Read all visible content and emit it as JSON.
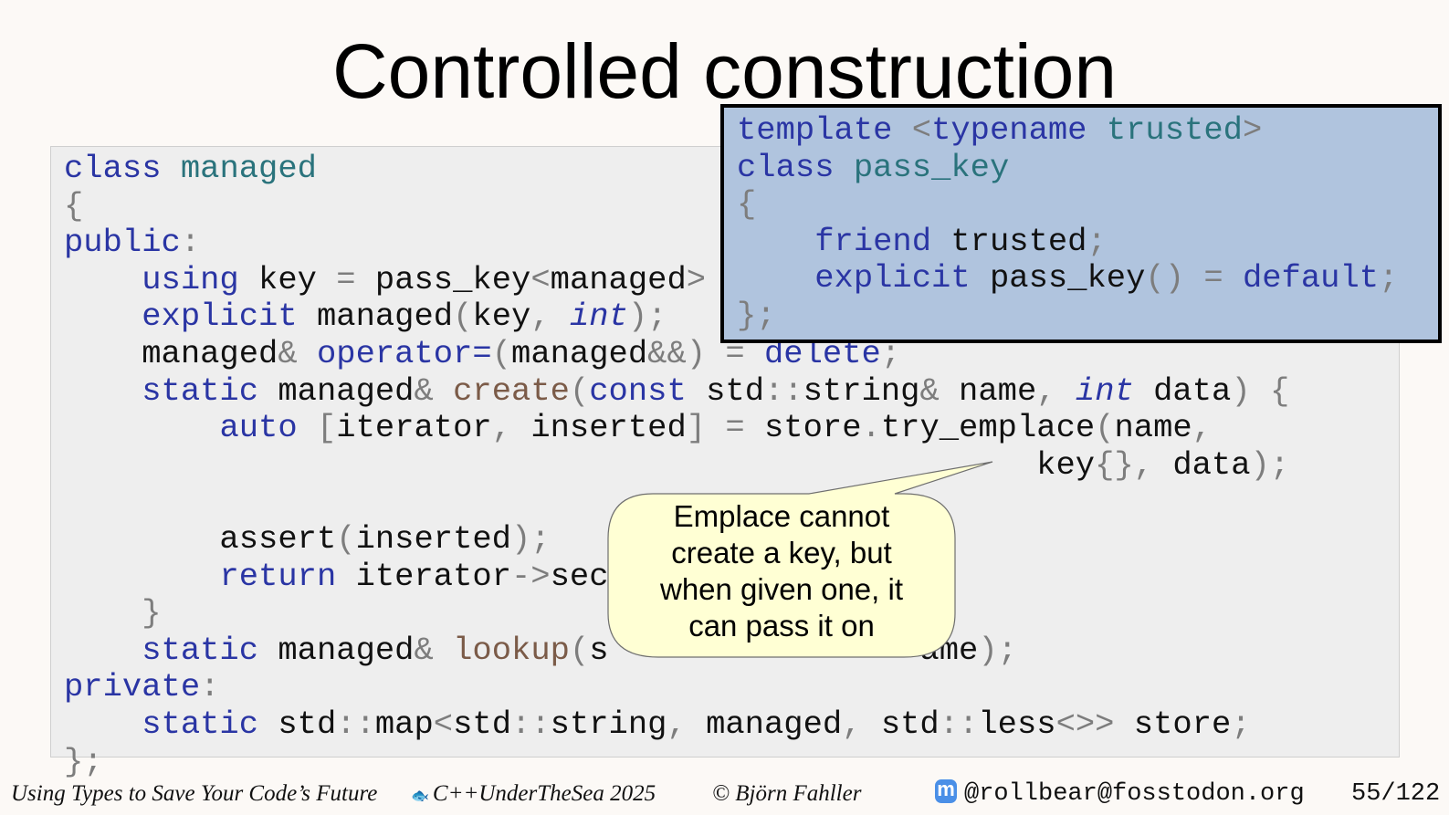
{
  "slide": {
    "title": "Controlled construction"
  },
  "code": {
    "main_lines": [
      [
        [
          "class",
          "kw"
        ],
        [
          " ",
          ""
        ],
        [
          "managed",
          "ty"
        ]
      ],
      [
        [
          "{",
          "p"
        ]
      ],
      [
        [
          "public",
          "kw"
        ],
        [
          ":",
          "p"
        ]
      ],
      [
        [
          "    ",
          ""
        ],
        [
          "using",
          "kw"
        ],
        [
          " key ",
          ""
        ],
        [
          "=",
          "p"
        ],
        [
          " pass_key",
          ""
        ],
        [
          "<",
          "p"
        ],
        [
          "managed",
          ""
        ],
        [
          ">",
          "p"
        ]
      ],
      [
        [
          "    ",
          ""
        ],
        [
          "explicit",
          "kw"
        ],
        [
          " managed",
          ""
        ],
        [
          "(",
          "p"
        ],
        [
          "key",
          ""
        ],
        [
          ", ",
          "p"
        ],
        [
          "int",
          "it"
        ],
        [
          ");",
          "p"
        ]
      ],
      [
        [
          "    managed",
          ""
        ],
        [
          "&",
          "p"
        ],
        [
          " ",
          ""
        ],
        [
          "operator=",
          "kw"
        ],
        [
          "(",
          "p"
        ],
        [
          "managed",
          ""
        ],
        [
          "&&",
          "p"
        ],
        [
          ") ",
          "p"
        ],
        [
          "=",
          "p"
        ],
        [
          " ",
          ""
        ],
        [
          "delete",
          "kw"
        ],
        [
          ";",
          "p"
        ]
      ],
      [
        [
          "    ",
          ""
        ],
        [
          "static",
          "kw"
        ],
        [
          " managed",
          ""
        ],
        [
          "&",
          "p"
        ],
        [
          " ",
          ""
        ],
        [
          "create",
          "fn"
        ],
        [
          "(",
          "p"
        ],
        [
          "const",
          "kw"
        ],
        [
          " std",
          ""
        ],
        [
          "::",
          "p"
        ],
        [
          "string",
          ""
        ],
        [
          "&",
          "p"
        ],
        [
          " name",
          ""
        ],
        [
          ", ",
          "p"
        ],
        [
          "int",
          "it"
        ],
        [
          " data",
          ""
        ],
        [
          ") {",
          "p"
        ]
      ],
      [
        [
          "        ",
          ""
        ],
        [
          "auto",
          "kw"
        ],
        [
          " ",
          ""
        ],
        [
          "[",
          "p"
        ],
        [
          "iterator",
          ""
        ],
        [
          ", ",
          "p"
        ],
        [
          "inserted",
          ""
        ],
        [
          "]",
          "p"
        ],
        [
          " ",
          ""
        ],
        [
          "=",
          "p"
        ],
        [
          " store",
          ""
        ],
        [
          ".",
          "p"
        ],
        [
          "try_emplace",
          ""
        ],
        [
          "(",
          "p"
        ],
        [
          "name",
          ""
        ],
        [
          ",",
          "p"
        ]
      ],
      [
        [
          "                                                  key",
          ""
        ],
        [
          "{}, ",
          "p"
        ],
        [
          "data",
          ""
        ],
        [
          ");",
          "p"
        ]
      ],
      [
        [
          "",
          ""
        ]
      ],
      [
        [
          "        assert",
          ""
        ],
        [
          "(",
          "p"
        ],
        [
          "inserted",
          ""
        ],
        [
          ");",
          "p"
        ]
      ],
      [
        [
          "        ",
          ""
        ],
        [
          "return",
          "kw"
        ],
        [
          " iterator",
          ""
        ],
        [
          "->",
          "p"
        ],
        [
          "sec",
          ""
        ]
      ],
      [
        [
          "    ",
          ""
        ],
        [
          "}",
          "p"
        ]
      ],
      [
        [
          "    ",
          ""
        ],
        [
          "static",
          "kw"
        ],
        [
          " managed",
          ""
        ],
        [
          "&",
          "p"
        ],
        [
          " ",
          ""
        ],
        [
          "lookup",
          "fn"
        ],
        [
          "(",
          "p"
        ],
        [
          "s",
          ""
        ],
        [
          "                ",
          ""
        ],
        [
          "ame",
          ""
        ],
        [
          ");",
          "p"
        ]
      ],
      [
        [
          "private",
          "kw"
        ],
        [
          ":",
          "p"
        ]
      ],
      [
        [
          "    ",
          ""
        ],
        [
          "static",
          "kw"
        ],
        [
          " std",
          ""
        ],
        [
          "::",
          "p"
        ],
        [
          "map",
          ""
        ],
        [
          "<",
          "p"
        ],
        [
          "std",
          ""
        ],
        [
          "::",
          "p"
        ],
        [
          "string",
          ""
        ],
        [
          ", ",
          "p"
        ],
        [
          "managed",
          ""
        ],
        [
          ", ",
          "p"
        ],
        [
          "std",
          ""
        ],
        [
          "::",
          "p"
        ],
        [
          "less",
          ""
        ],
        [
          "<>>",
          "p"
        ],
        [
          " store",
          ""
        ],
        [
          ";",
          "p"
        ]
      ],
      [
        [
          "};",
          "p"
        ]
      ]
    ],
    "popup_lines": [
      [
        [
          "template",
          "kw"
        ],
        [
          " ",
          ""
        ],
        [
          "<",
          "p"
        ],
        [
          "typename",
          "kw"
        ],
        [
          " ",
          ""
        ],
        [
          "trusted",
          "ty"
        ],
        [
          ">",
          "p"
        ]
      ],
      [
        [
          "class",
          "kw"
        ],
        [
          " ",
          ""
        ],
        [
          "pass_key",
          "ty"
        ]
      ],
      [
        [
          "{",
          "p"
        ]
      ],
      [
        [
          "    ",
          ""
        ],
        [
          "friend",
          "kw"
        ],
        [
          " trusted",
          ""
        ],
        [
          ";",
          "p"
        ]
      ],
      [
        [
          "    ",
          ""
        ],
        [
          "explicit",
          "kw"
        ],
        [
          " pass_key",
          ""
        ],
        [
          "()",
          "p"
        ],
        [
          " ",
          ""
        ],
        [
          "=",
          "p"
        ],
        [
          " ",
          ""
        ],
        [
          "default",
          "kw"
        ],
        [
          ";",
          "p"
        ]
      ],
      [
        [
          "};",
          "p"
        ]
      ]
    ]
  },
  "callout": {
    "lines": [
      "Emplace cannot",
      "create a key, but",
      "when given one, it",
      "can pass it on"
    ]
  },
  "footer": {
    "talk": "Using Types to Save Your Code’s Future",
    "event_icon": "conference-logo-icon",
    "event": "C++UnderTheSea 2025",
    "author": "© Björn Fahller",
    "social_icon": "mastodon-icon",
    "handle": "@rollbear@fosstodon.org",
    "page": "55/122"
  }
}
